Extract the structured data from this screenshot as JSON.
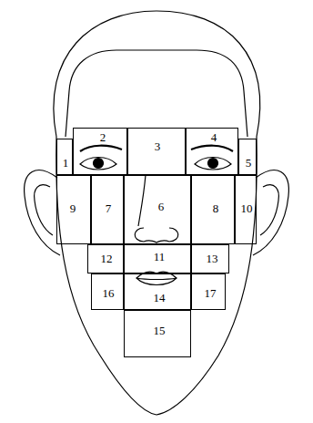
{
  "diagram": {
    "nodes": [
      {
        "text": [
          "1"
        ]
      },
      {
        "text": [
          "2"
        ]
      },
      {
        "text": [
          "3"
        ]
      },
      {
        "text": [
          "4"
        ]
      },
      {
        "text": [
          "5"
        ]
      },
      {
        "text": [
          "9"
        ]
      },
      {
        "text": [
          "7"
        ]
      },
      {
        "text": [
          "6"
        ]
      },
      {
        "text": [
          "8"
        ]
      },
      {
        "text": [
          "10"
        ]
      },
      {
        "text": [
          "12"
        ]
      },
      {
        "text": [
          "11"
        ]
      },
      {
        "text": [
          "13"
        ]
      },
      {
        "text": [
          "16"
        ]
      },
      {
        "text": [
          "14"
        ]
      },
      {
        "text": [
          "17"
        ]
      },
      {
        "text": [
          "15"
        ]
      }
    ]
  }
}
